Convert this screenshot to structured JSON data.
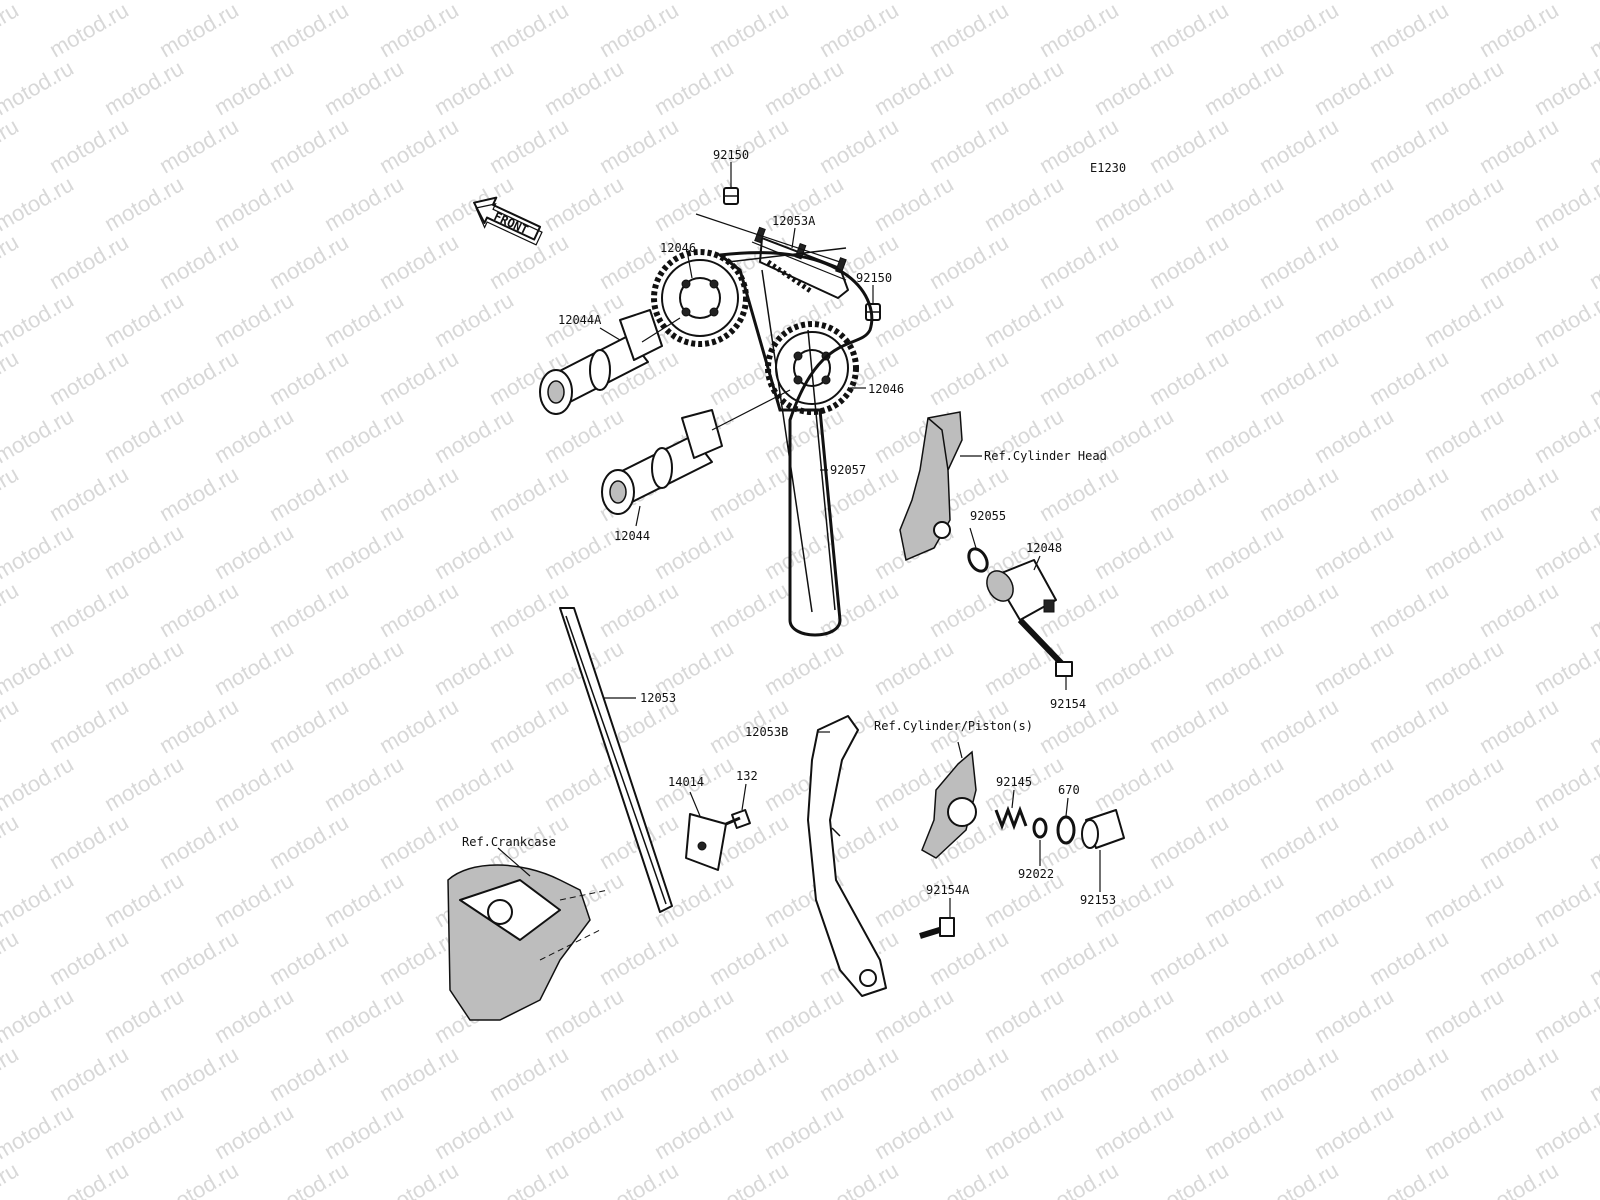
{
  "diagram_code": "E1230",
  "watermark": "motod.ru",
  "front_label": "FRONT",
  "parts": {
    "bolt_top": "92150",
    "guide_top": "12053A",
    "bolt_right": "92150",
    "sprocket_left": "12046",
    "camshaft_intake": "12044A",
    "sprocket_right": "12046",
    "chain": "92057",
    "camshaft_exhaust": "12044",
    "ref_cylinder_head": "Ref.Cylinder Head",
    "oring_tensioner": "92055",
    "tensioner": "12048",
    "bolt_tensioner": "92154",
    "guide_left": "12053",
    "guide_right": "12053B",
    "ref_cylinder_piston": "Ref.Cylinder/Piston(s)",
    "plate": "14014",
    "bolt_small": "132",
    "spring": "92145",
    "oring_plug": "670",
    "washer": "92022",
    "plug": "92153",
    "bolt_guide": "92154A",
    "ref_crankcase": "Ref.Crankcase"
  }
}
